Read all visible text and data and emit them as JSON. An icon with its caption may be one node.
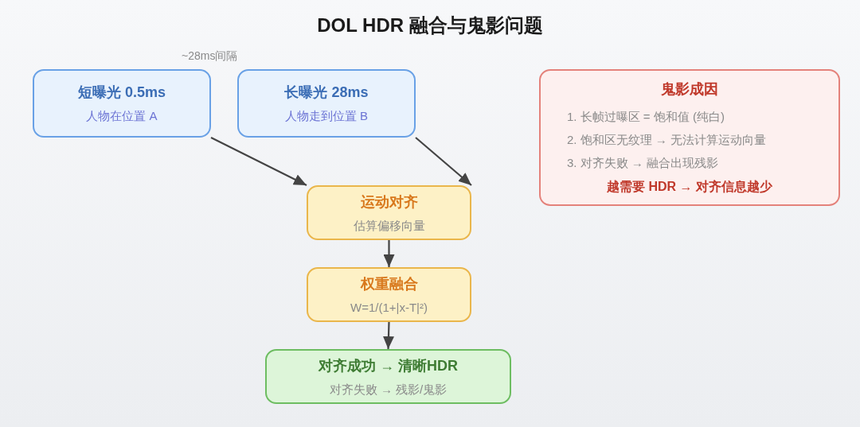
{
  "diagram": {
    "title": "DOL HDR 融合与鬼影问题",
    "nodes": [
      {
        "text": [
          "短曝光 0.5ms",
          "人物在位置 A"
        ]
      },
      {
        "text": [
          "长曝光 28ms",
          "人物走到位置 B"
        ]
      },
      {
        "text": [
          "运动对齐",
          "估算偏移向量"
        ]
      },
      {
        "text": [
          "权重融合",
          "W=1/(1+|x-T|²)"
        ]
      },
      {
        "text": [
          "对齐成功 → 清晰HDR",
          "对齐失败 → 残影/鬼影"
        ]
      },
      {
        "text": [
          "鬼影成因",
          "1. 长帧过曝区 = 饱和值 (纯白)",
          "2. 饱和区无纹理 → 无法计算运动向量",
          "3. 对齐失败 → 融合出现残影",
          "越需要 HDR → 对齐信息越少"
        ]
      }
    ],
    "edges": [
      {
        "from": 0,
        "to": 2,
        "arrow": "to"
      },
      {
        "from": 1,
        "to": 2,
        "arrow": "to"
      },
      {
        "from": 2,
        "to": 3,
        "arrow": "to"
      },
      {
        "from": 3,
        "to": 4,
        "arrow": "to"
      }
    ],
    "labels": [
      "~28ms间隔"
    ]
  }
}
